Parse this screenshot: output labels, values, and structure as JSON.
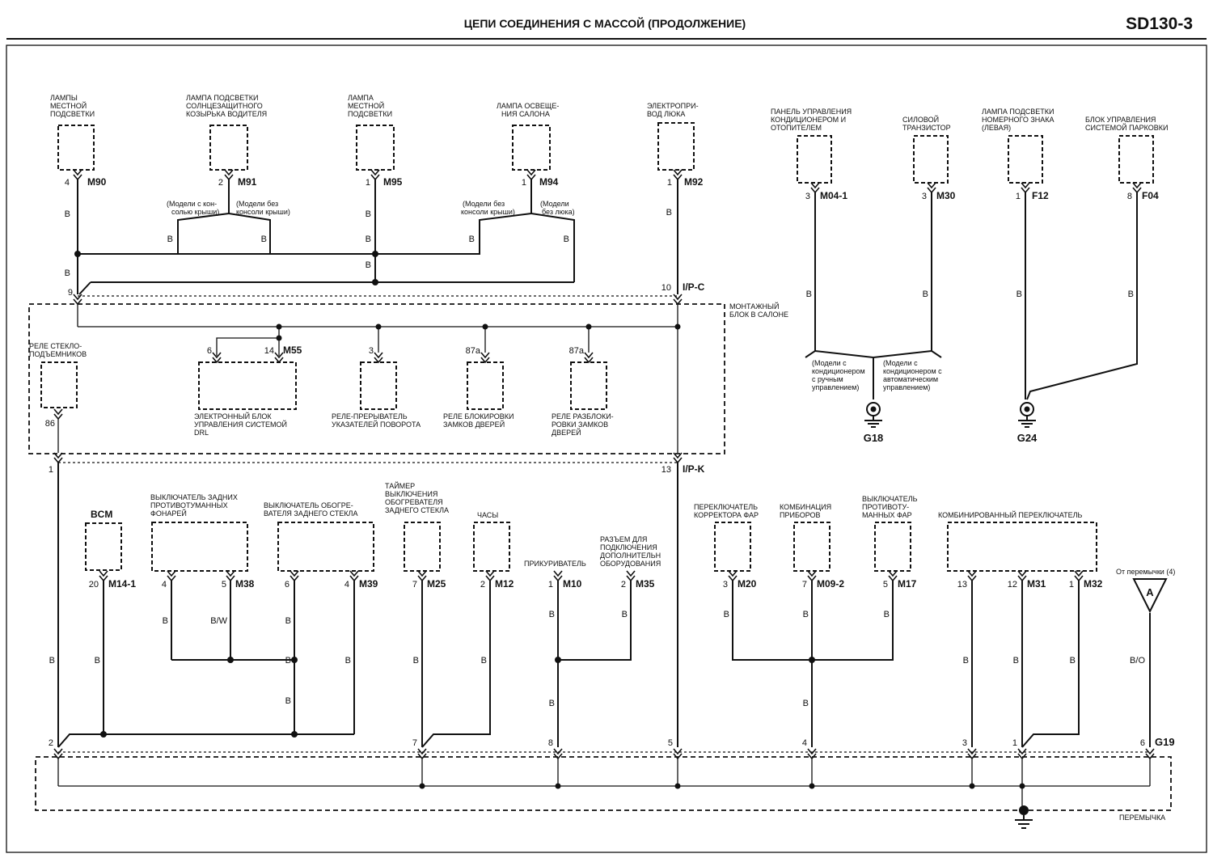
{
  "header": {
    "title": "ЦЕПИ СОЕДИНЕНИЯ С МАССОЙ (ПРОДОЛЖЕНИЕ)",
    "code": "SD130-3"
  },
  "top_components": [
    {
      "lines": [
        "ЛАМПЫ",
        "МЕСТНОЙ",
        "ПОДСВЕТКИ"
      ],
      "pin": "4",
      "connector": "M90"
    },
    {
      "lines": [
        "ЛАМПА ПОДСВЕТКИ",
        "СОЛНЦЕЗАЩИТНОГО",
        "КОЗЫРЬКА ВОДИТЕЛЯ"
      ],
      "pin": "2",
      "connector": "M91"
    },
    {
      "lines": [
        "ЛАМПА",
        "МЕСТНОЙ",
        "ПОДСВЕТКИ"
      ],
      "pin": "1",
      "connector": "M95"
    },
    {
      "lines": [
        "ЛАМПА ОСВЕЩЕ-",
        "НИЯ САЛОНА"
      ],
      "pin": "1",
      "connector": "M94"
    },
    {
      "lines": [
        "ЭЛЕКТРОПРИ-",
        "ВОД ЛЮКА"
      ],
      "pin": "1",
      "connector": "M92"
    }
  ],
  "variants": {
    "m91_left": [
      "(Модели с кон-",
      "солью крыши)"
    ],
    "m91_right": [
      "(Модели без",
      "консоли крыши)"
    ],
    "m94_left": [
      "(Модели без",
      "консоли крыши)"
    ],
    "m94_right": [
      "(Модели",
      "без люка)"
    ]
  },
  "junction_block": {
    "name": [
      "МОНТАЖНЫЙ",
      "БЛОК В САЛОНЕ"
    ],
    "top_left_pin": "9",
    "top_right_pin": "10",
    "top_right_connector": "I/P-C",
    "bottom_left_pin": "1",
    "bottom_right_pin": "13",
    "bottom_right_connector": "I/P-K",
    "relays": [
      {
        "lines": [
          "РЕЛЕ СТЕКЛО-",
          "ПОДЪЕМНИКОВ"
        ],
        "pin": "86"
      },
      {
        "lines": [
          "ЭЛЕКТРОННЫЙ БЛОК",
          "УПРАВЛЕНИЯ СИСТЕМОЙ",
          "DRL"
        ],
        "pin_a": "6",
        "pin_b": "14",
        "connector": "M55"
      },
      {
        "lines": [
          "РЕЛЕ-ПРЕРЫВАТЕЛЬ",
          "УКАЗАТЕЛЕЙ ПОВОРОТА"
        ],
        "pin": "3"
      },
      {
        "lines": [
          "РЕЛЕ БЛОКИРОВКИ",
          "ЗАМКОВ ДВЕРЕЙ"
        ],
        "pin": "87a"
      },
      {
        "lines": [
          "РЕЛЕ РАЗБЛОКИ-",
          "РОВКИ ЗАМКОВ",
          "ДВЕРЕЙ"
        ],
        "pin": "87a"
      }
    ]
  },
  "right_components": [
    {
      "lines": [
        "ПАНЕЛЬ УПРАВЛЕНИЯ",
        "КОНДИЦИОНЕРОМ И",
        "ОТОПИТЕЛЕМ"
      ],
      "pin": "3",
      "connector": "M04-1"
    },
    {
      "lines": [
        "СИЛОВОЙ",
        "ТРАНЗИСТОР"
      ],
      "pin": "3",
      "connector": "M30"
    },
    {
      "lines": [
        "ЛАМПА ПОДСВЕТКИ",
        "НОМЕРНОГО ЗНАКА",
        "(ЛЕВАЯ)"
      ],
      "pin": "1",
      "connector": "F12"
    },
    {
      "lines": [
        "БЛОК УПРАВЛЕНИЯ",
        "СИСТЕМОЙ ПАРКОВКИ"
      ],
      "pin": "8",
      "connector": "F04"
    }
  ],
  "right_variants": {
    "left": [
      "(Модели с",
      "кондиционером",
      "с ручным",
      "управлением)"
    ],
    "right": [
      "(Модели с",
      "кондиционером с",
      "автоматическим",
      "управлением)"
    ]
  },
  "grounds": {
    "g18": "G18",
    "g24": "G24",
    "g19": "G19"
  },
  "bottom_components": [
    {
      "lines": [
        "BCM"
      ],
      "pin": "20",
      "connector": "M14-1"
    },
    {
      "lines": [
        "ВЫКЛЮЧАТЕЛЬ ЗАДНИХ",
        "ПРОТИВОТУМАННЫХ",
        "ФОНАРЕЙ"
      ],
      "pin_a": "4",
      "pin_b": "5",
      "connector": "M38"
    },
    {
      "lines": [
        "ВЫКЛЮЧАТЕЛЬ ОБОГРЕ-",
        "ВАТЕЛЯ ЗАДНЕГО СТЕКЛА"
      ],
      "pin_a": "6",
      "pin_b": "4",
      "connector": "M39"
    },
    {
      "lines": [
        "ТАЙМЕР",
        "ВЫКЛЮЧЕНИЯ",
        "ОБОГРЕВАТЕЛЯ",
        "ЗАДНЕГО СТЕКЛА"
      ],
      "pin": "7",
      "connector": "M25"
    },
    {
      "lines": [
        "ЧАСЫ"
      ],
      "pin": "2",
      "connector": "M12"
    },
    {
      "lines": [
        "ПРИКУРИВАТЕЛЬ"
      ],
      "pin": "1",
      "connector": "M10"
    },
    {
      "lines": [
        "РАЗЪЕМ ДЛЯ",
        "ПОДКЛЮЧЕНИЯ",
        "ДОПОЛНИТЕЛЬН",
        "ОБОРУДОВАНИЯ"
      ],
      "pin": "2",
      "connector": "M35"
    },
    {
      "lines": [
        "ПЕРЕКЛЮЧАТЕЛЬ",
        "КОРРЕКТОРА ФАР"
      ],
      "pin": "3",
      "connector": "M20"
    },
    {
      "lines": [
        "КОМБИНАЦИЯ",
        "ПРИБОРОВ"
      ],
      "pin": "7",
      "connector": "M09-2"
    },
    {
      "lines": [
        "ВЫКЛЮЧАТЕЛЬ",
        "ПРОТИВОТУ-",
        "МАННЫХ ФАР"
      ],
      "pin": "5",
      "connector": "M17"
    },
    {
      "lines": [
        "КОМБИНИРОВАННЫЙ ПЕРЕКЛЮЧАТЕЛЬ"
      ],
      "pin_a": "13",
      "pin_b": "12",
      "connector_b": "M31",
      "pin_c": "1",
      "connector_c": "M32"
    }
  ],
  "jumper_ref": {
    "text": "От перемычки (4)",
    "letter": "A"
  },
  "joint_pins": [
    "2",
    "7",
    "8",
    "5",
    "4",
    "3",
    "1",
    "6"
  ],
  "jumper_label": "ПЕРЕМЫЧКА",
  "wire_colors": {
    "black": "B",
    "black_white": "B/W",
    "black_orange": "B/O"
  }
}
